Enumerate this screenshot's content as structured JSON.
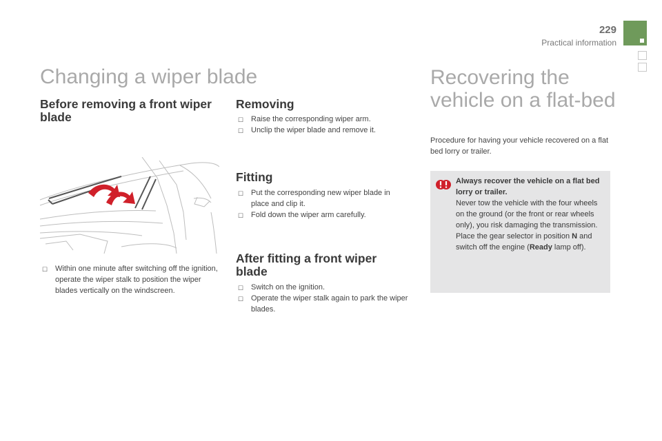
{
  "header": {
    "page_number": "229",
    "section": "Practical information"
  },
  "left": {
    "title": "Changing a wiper blade",
    "before_heading": "Before removing a front wiper blade",
    "before_bullets": [
      "Within one minute after switching off the ignition, operate the wiper stalk to position the wiper blades vertically on the windscreen."
    ],
    "removing_heading": "Removing",
    "removing_bullets": [
      "Raise the corresponding wiper arm.",
      "Unclip the wiper blade and remove it."
    ],
    "fitting_heading": "Fitting",
    "fitting_bullets": [
      "Put the corresponding new wiper blade in place and clip it.",
      "Fold down the wiper arm carefully."
    ],
    "after_heading": "After fitting a front wiper blade",
    "after_bullets": [
      "Switch on the ignition.",
      "Operate the wiper stalk again to park the wiper blades."
    ]
  },
  "right": {
    "title_line1": "Recovering the",
    "title_line2": "vehicle on a flat-bed",
    "intro": "Procedure for having your vehicle recovered on a flat bed lorry or trailer.",
    "warning": {
      "bold": "Always recover the vehicle on a flat bed lorry or trailer.",
      "line1": "Never tow the vehicle with the four wheels on the ground (or the front or rear wheels only), you risk damaging the transmission.",
      "line2_pre": "Place the gear selector in position ",
      "line2_n": "N",
      "line2_mid": " and switch off the engine (",
      "line2_ready": "Ready",
      "line2_post": " lamp off)."
    }
  },
  "colors": {
    "accent_green": "#6f9a5b",
    "heading_grey": "#a9a9a9",
    "warning_bg": "#e5e5e6",
    "arrow_red": "#d0202a"
  },
  "icons": {
    "bullet": "square-checkbox-icon",
    "warning": "double-exclamation-warning-icon"
  }
}
